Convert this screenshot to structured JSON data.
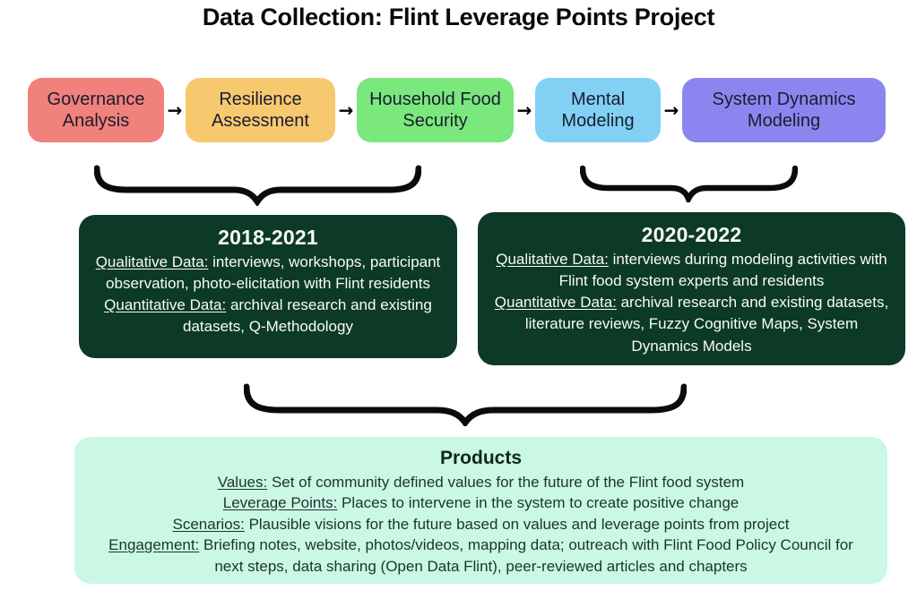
{
  "title": "Data Collection: Flint Leverage Points Project",
  "flow": {
    "arrow_glyph": "→",
    "boxes": [
      {
        "label": "Governance Analysis",
        "color": "#F0817B"
      },
      {
        "label": "Resilience Assessment",
        "color": "#F7C96F"
      },
      {
        "label": "Household Food Security",
        "color": "#7AE87D"
      },
      {
        "label": "Mental Modeling",
        "color": "#82D1F5"
      },
      {
        "label": "System Dynamics Modeling",
        "color": "#8B86EF"
      }
    ]
  },
  "periods": [
    {
      "title": "2018-2021",
      "qual_label": "Qualitative Data:",
      "qual_text": " interviews, workshops, participant observation, photo-elicitation with Flint residents",
      "quant_label": "Quantitative Data:",
      "quant_text": " archival research and existing datasets, Q-Methodology"
    },
    {
      "title": "2020-2022",
      "qual_label": "Qualitative Data:",
      "qual_text": " interviews during modeling activities with Flint food system experts and residents",
      "quant_label": "Quantitative Data:",
      "quant_text": " archival research and existing datasets, literature reviews, Fuzzy Cognitive Maps, System Dynamics Models"
    }
  ],
  "products": {
    "title": "Products",
    "items": [
      {
        "label": "Values:",
        "text": " Set of community defined values for the future of the Flint food system"
      },
      {
        "label": "Leverage Points:",
        "text": " Places to intervene in the system to create positive change"
      },
      {
        "label": "Scenarios:",
        "text": " Plausible visions for the future based on values and leverage points from project"
      },
      {
        "label": "Engagement:",
        "text": " Briefing notes, website, photos/videos, mapping data; outreach with Flint Food Policy Council for next steps, data sharing (Open Data Flint), peer-reviewed articles and chapters"
      }
    ]
  },
  "colors": {
    "period_bg": "#0C3A26",
    "period_text": "#FAFAF7",
    "products_bg": "#CBF7E5",
    "products_text": "#1B352B",
    "brace": "#0B0B0B"
  }
}
